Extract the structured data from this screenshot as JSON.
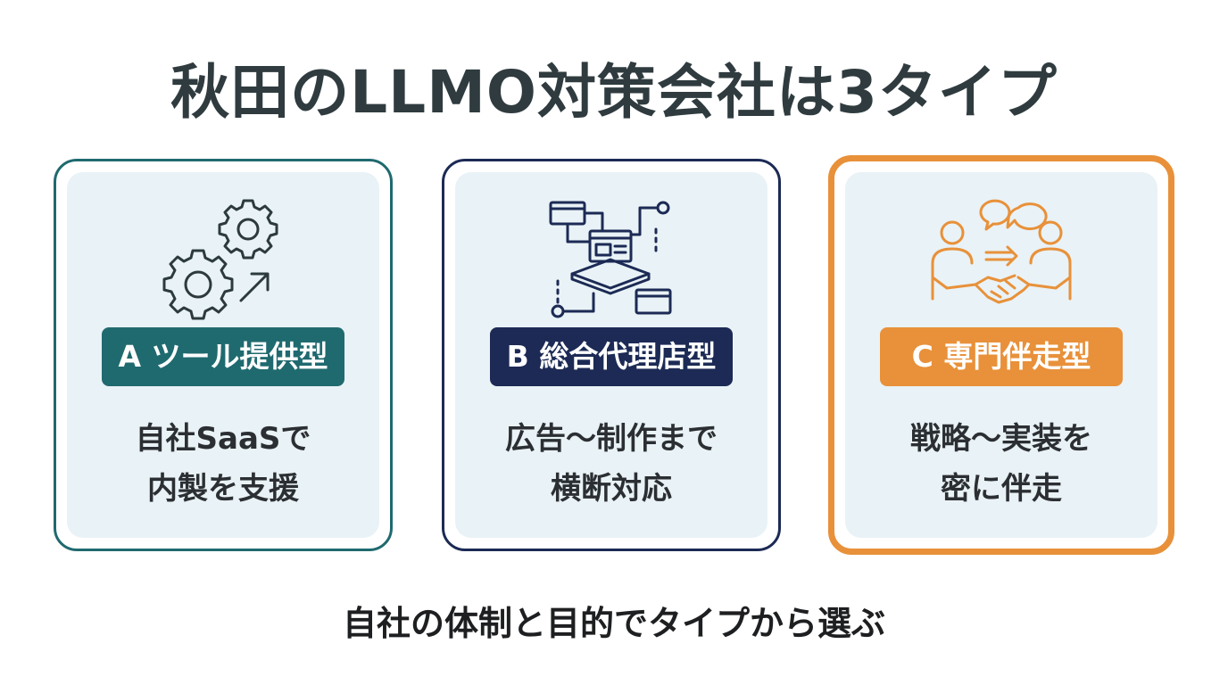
{
  "title": "秋田のLLMO対策会社は3タイプ",
  "cards": [
    {
      "badge": "A ツール提供型",
      "desc_line1": "自社SaaSで",
      "desc_line2": "内製を支援",
      "icon": "gears-arrow-icon",
      "color": "#1f6a6f"
    },
    {
      "badge": "B 総合代理店型",
      "desc_line1": "広告〜制作まで",
      "desc_line2": "横断対応",
      "icon": "network-windows-icon",
      "color": "#1c2a55"
    },
    {
      "badge": "C 専門伴走型",
      "desc_line1": "戦略〜実装を",
      "desc_line2": "密に伴走",
      "icon": "handshake-people-icon",
      "color": "#e8913a"
    }
  ],
  "footer": "自社の体制と目的でタイプから選ぶ"
}
